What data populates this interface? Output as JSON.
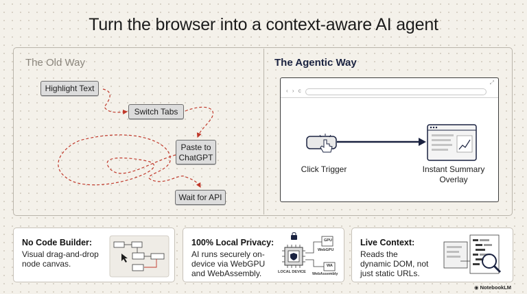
{
  "title": "Turn the browser into a context-aware AI agent",
  "old_way": {
    "title": "The Old Way",
    "steps": [
      "Highlight Text",
      "Switch Tabs",
      "Paste to ChatGPT",
      "Wait for API"
    ]
  },
  "agentic_way": {
    "title": "The Agentic Way",
    "nav_glyphs": "‹ › c",
    "expand_glyph": "⤢",
    "trigger_label": "Click Trigger",
    "summary_label": "Instant Summary Overlay"
  },
  "features": [
    {
      "title": "No Code Builder:",
      "body": "Visual drag-and-drop node canvas."
    },
    {
      "title": "100% Local Privacy:",
      "body": "AI runs securely on-device via WebGPU and WebAssembly."
    },
    {
      "title": "Live Context:",
      "body": "Reads the dynamic DOM, not just static URLs."
    }
  ],
  "privacy_icons": {
    "chip_label": "LOCAL DEVICE",
    "gpu": "GPU",
    "webgpu": "WebGPU",
    "wasm": "WA",
    "webassembly": "WebAssembly"
  },
  "brand": "NotebookLM",
  "colors": {
    "accent_dark": "#1a2240",
    "dashed_arrow": "#c0392b",
    "step_fill": "#dcdcdc"
  }
}
